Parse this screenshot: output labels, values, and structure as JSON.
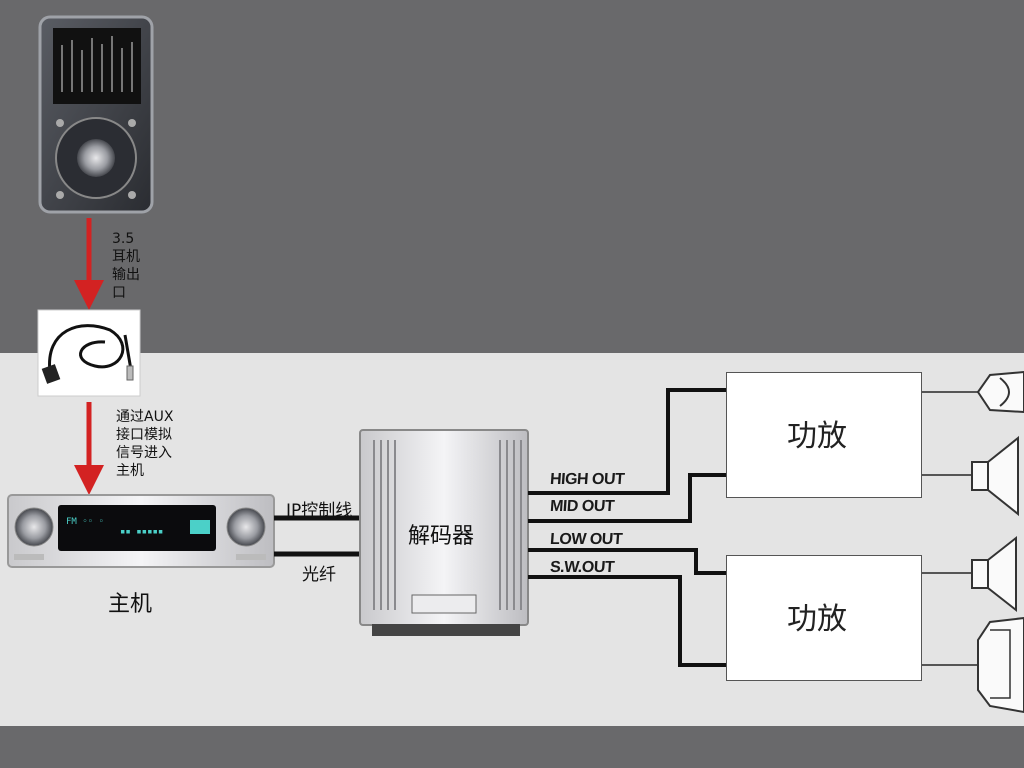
{
  "labels": {
    "headphone_out": "3.5\n耳机\n输出\n口",
    "aux_path": "通过AUX\n接口模拟\n信号进入\n主机",
    "head_unit": "主机",
    "ip_control": "IP控制线",
    "optical": "光纤",
    "decoder": "解码器",
    "high_out": "HIGH OUT",
    "mid_out": "MID OUT",
    "low_out": "LOW OUT",
    "sw_out": "S.W.OUT",
    "amp_top": "功放",
    "amp_bottom": "功放"
  },
  "colors": {
    "arrow": "#d32222",
    "wire": "#111111",
    "background": "#69696b",
    "panel": "#e4e4e4"
  },
  "icons": {
    "player": "music-player-icon",
    "cable": "aux-cable-icon",
    "head_unit": "car-head-unit-icon",
    "decoder": "decoder-box-icon",
    "speakers": [
      "tweeter-icon",
      "midrange-speaker-icon",
      "woofer-speaker-icon",
      "subwoofer-speaker-icon"
    ]
  }
}
